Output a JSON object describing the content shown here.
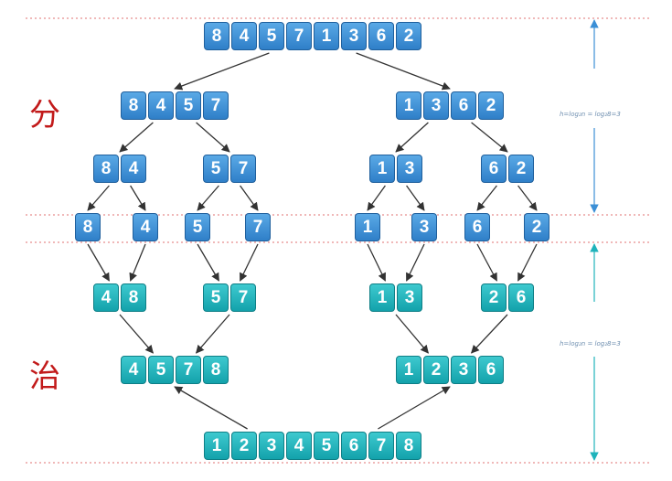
{
  "phases": {
    "divide": "分",
    "conquer": "治"
  },
  "heights": {
    "divide": "h=log₂n = log₂8=3",
    "conquer": "h=log₂n = log₂8=3"
  },
  "colors": {
    "divide": "#3b8fd6",
    "conquer": "#1fb3bb",
    "guide": "#e07070",
    "arrow": "#333333"
  },
  "levels": [
    {
      "kind": "divide",
      "groups": [
        [
          "8",
          "4",
          "5",
          "7",
          "1",
          "3",
          "6",
          "2"
        ]
      ]
    },
    {
      "kind": "divide",
      "groups": [
        [
          "8",
          "4",
          "5",
          "7"
        ],
        [
          "1",
          "3",
          "6",
          "2"
        ]
      ]
    },
    {
      "kind": "divide",
      "groups": [
        [
          "8",
          "4"
        ],
        [
          "5",
          "7"
        ],
        [
          "1",
          "3"
        ],
        [
          "6",
          "2"
        ]
      ]
    },
    {
      "kind": "divide",
      "groups": [
        [
          "8"
        ],
        [
          "4"
        ],
        [
          "5"
        ],
        [
          "7"
        ],
        [
          "1"
        ],
        [
          "3"
        ],
        [
          "6"
        ],
        [
          "2"
        ]
      ]
    },
    {
      "kind": "conquer",
      "groups": [
        [
          "4",
          "8"
        ],
        [
          "5",
          "7"
        ],
        [
          "1",
          "3"
        ],
        [
          "2",
          "6"
        ]
      ]
    },
    {
      "kind": "conquer",
      "groups": [
        [
          "4",
          "5",
          "7",
          "8"
        ],
        [
          "1",
          "2",
          "3",
          "6"
        ]
      ]
    },
    {
      "kind": "conquer",
      "groups": [
        [
          "1",
          "2",
          "3",
          "4",
          "5",
          "6",
          "7",
          "8"
        ]
      ]
    }
  ]
}
